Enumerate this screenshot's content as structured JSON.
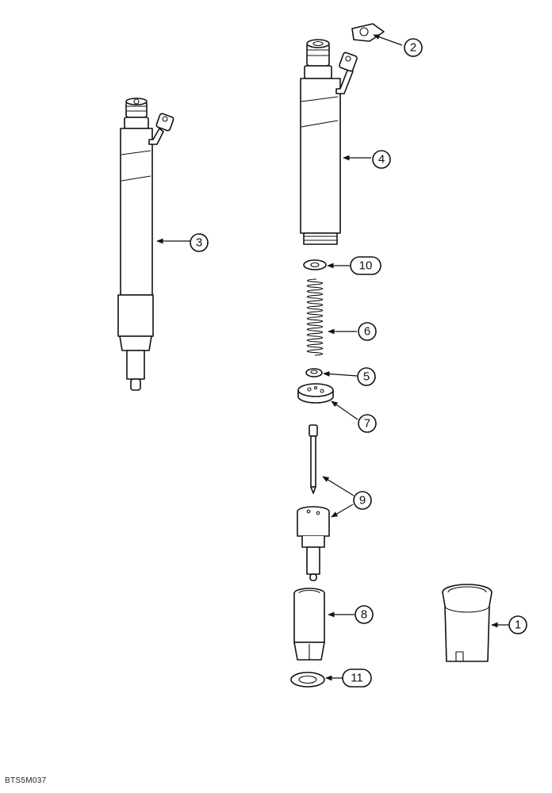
{
  "figure": {
    "code": "BTS5M037"
  },
  "callouts": [
    {
      "id": "1",
      "label": "1"
    },
    {
      "id": "2",
      "label": "2"
    },
    {
      "id": "3",
      "label": "3"
    },
    {
      "id": "4",
      "label": "4"
    },
    {
      "id": "5",
      "label": "5"
    },
    {
      "id": "6",
      "label": "6"
    },
    {
      "id": "7",
      "label": "7"
    },
    {
      "id": "8",
      "label": "8"
    },
    {
      "id": "9",
      "label": "9"
    },
    {
      "id": "10",
      "label": "10"
    },
    {
      "id": "11",
      "label": "11"
    }
  ],
  "colors": {
    "ink": "#111111",
    "paper": "#ffffff"
  }
}
